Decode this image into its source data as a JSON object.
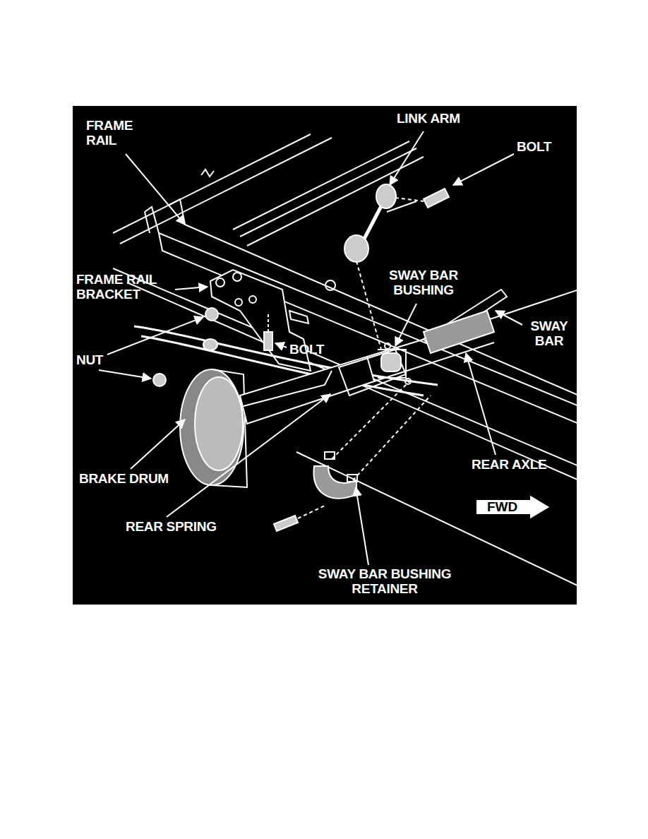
{
  "diagram": {
    "nodes": [
      {
        "text": [
          "FWD"
        ]
      }
    ],
    "edges": [],
    "labels": [
      "FRAME RAIL",
      "LINK ARM",
      "BOLT",
      "FRAME RAIL BRACKET",
      "SWAY BAR BUSHING",
      "SWAY BAR",
      "NUT",
      "BOLT",
      "BRAKE DRUM",
      "REAR AXLE",
      "REAR SPRING",
      "SWAY BAR BUSHING RETAINER"
    ]
  }
}
